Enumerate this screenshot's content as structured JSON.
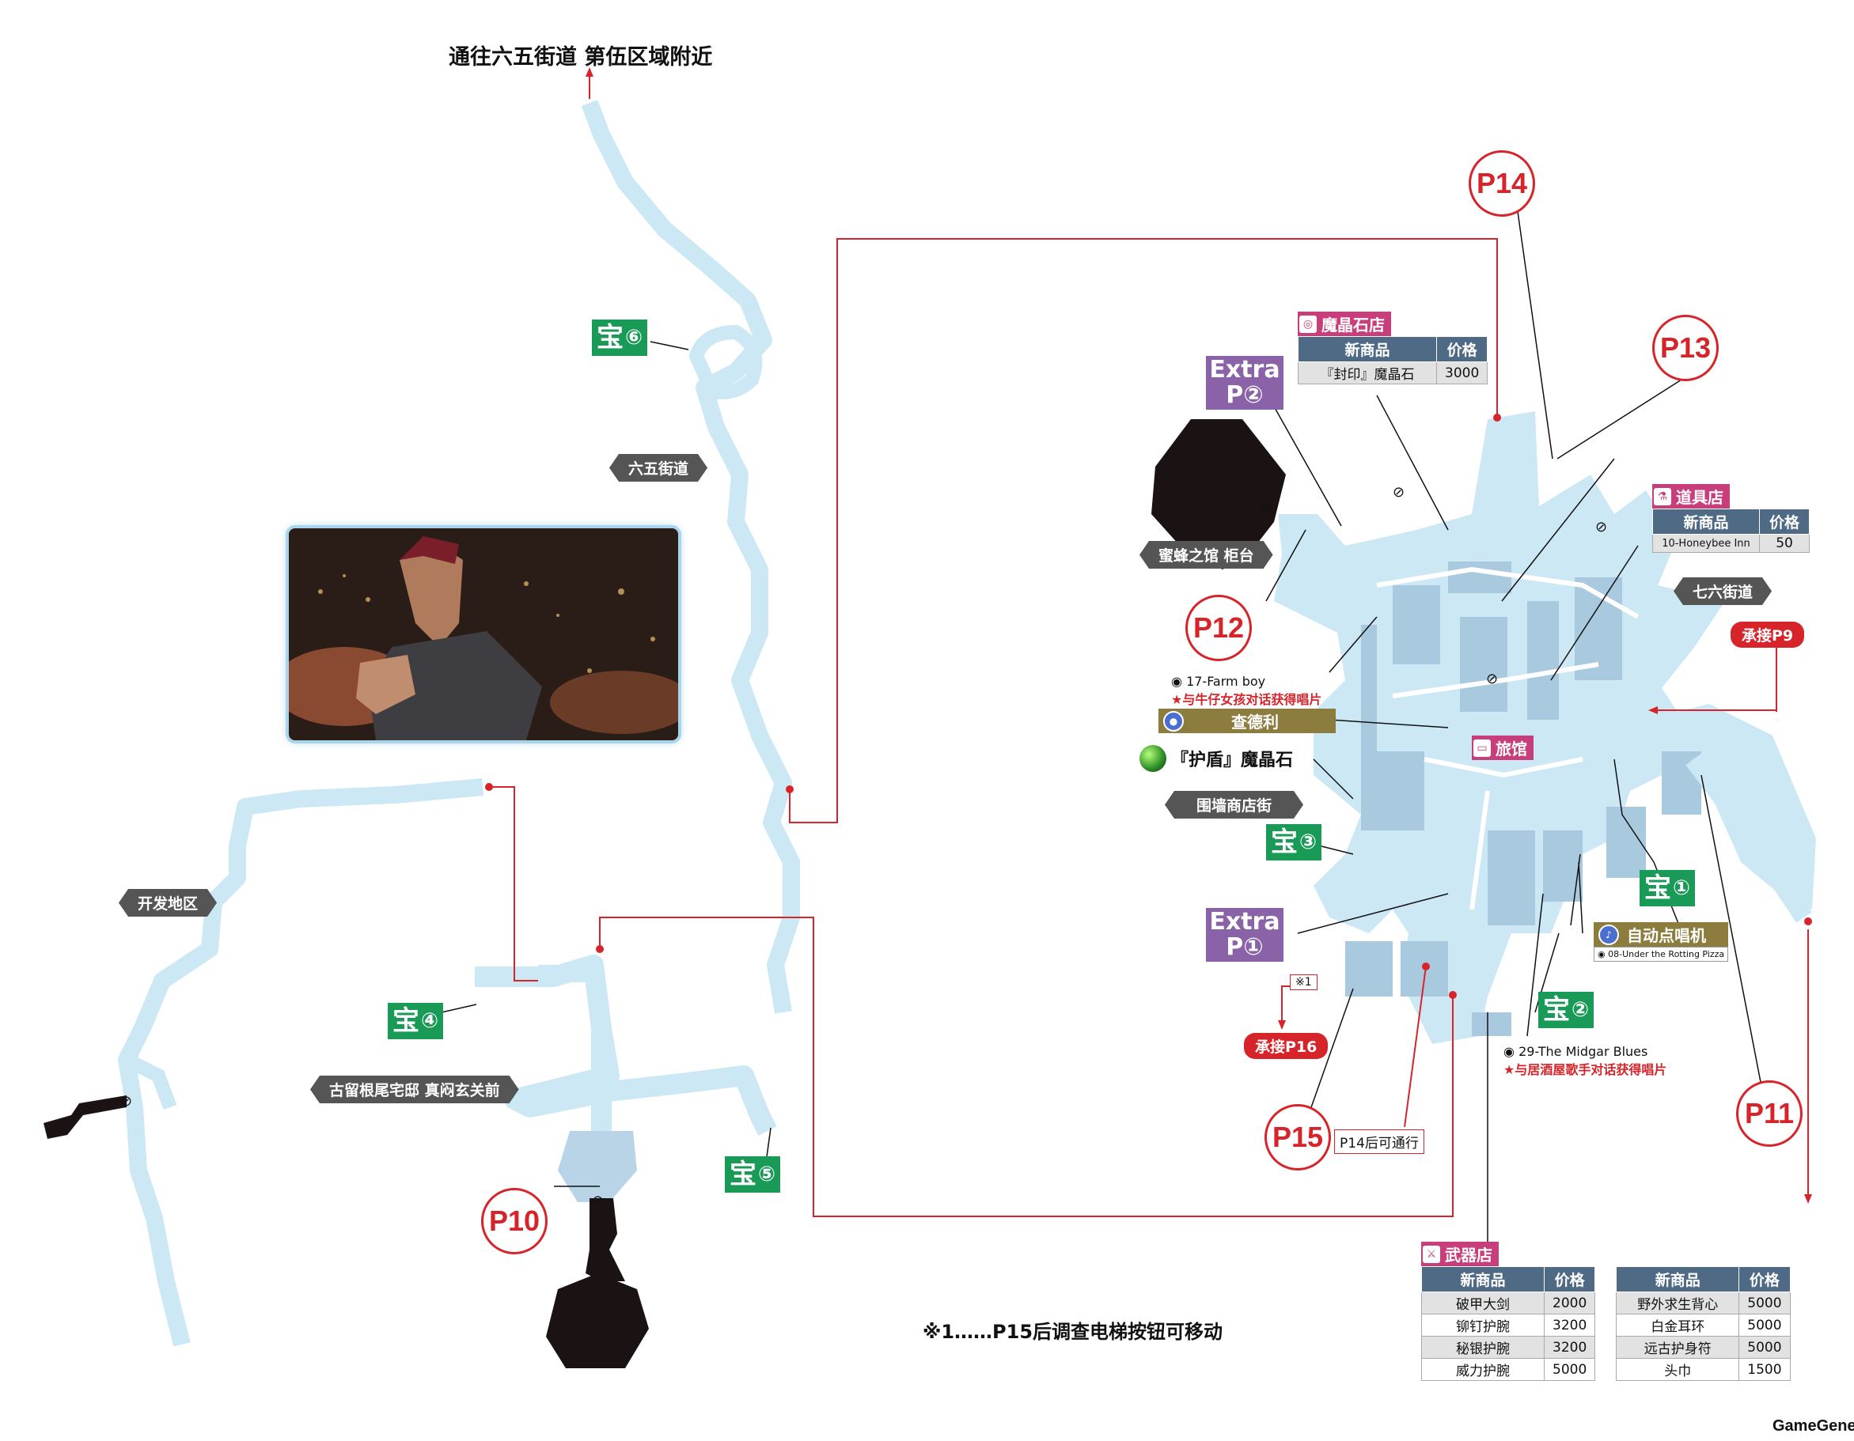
{
  "title": "通往六五街道 第伍区域附近",
  "areas": {
    "sixfive": "六五街道",
    "honeybee": "蜜蜂之馆 柜台",
    "seven_six": "七六街道",
    "wall_market": "围墙商店街",
    "development": "开发地区",
    "corneo": "古留根尾宅邸 真闷玄关前"
  },
  "treasures": [
    {
      "label": "宝",
      "num": "⑥"
    },
    {
      "label": "宝",
      "num": "③"
    },
    {
      "label": "宝",
      "num": "①"
    },
    {
      "label": "宝",
      "num": "②"
    },
    {
      "label": "宝",
      "num": "④"
    },
    {
      "label": "宝",
      "num": "⑤"
    }
  ],
  "pages": {
    "p10": "P10",
    "p11": "P11",
    "p12": "P12",
    "p13": "P13",
    "p14": "P14",
    "p15": "P15"
  },
  "extra1": {
    "line1": "Extra",
    "line2": "P①"
  },
  "extra2": {
    "line1": "Extra",
    "line2": "P②"
  },
  "connections": {
    "p9": "承接P9",
    "p16": "承接P16"
  },
  "chadley": "查德利",
  "shield_materia": "『护盾』魔晶石",
  "inn": "旅馆",
  "jukebox": {
    "title": "自动点唱机",
    "song": "08-Under the Rotting Pizza"
  },
  "songs": {
    "farm_boy": "17-Farm boy",
    "farm_boy_note": "★与牛仔女孩对话获得唱片",
    "midgar_blues": "29-The Midgar Blues",
    "midgar_blues_note": "★与居酒屋歌手对话获得唱片"
  },
  "p14_note": "P14后可通行",
  "mark1": "※1",
  "footnote": "※1……P15后调查电梯按钮可移动",
  "credit": "GameGene",
  "materia_shop": {
    "title": "魔晶石店",
    "headers": [
      "新商品",
      "价格"
    ],
    "rows": [
      [
        "『封印』魔晶石",
        "3000"
      ]
    ]
  },
  "item_shop": {
    "title": "道具店",
    "headers": [
      "新商品",
      "价格"
    ],
    "rows": [
      [
        "10-Honeybee Inn",
        "50"
      ]
    ]
  },
  "weapon_shop": {
    "title": "武器店",
    "headers": [
      "新商品",
      "价格",
      "新商品",
      "价格"
    ],
    "rows": [
      [
        "破甲大剑",
        "2000",
        "野外求生背心",
        "5000"
      ],
      [
        "铆钉护腕",
        "3200",
        "白金耳环",
        "5000"
      ],
      [
        "秘银护腕",
        "3200",
        "远古护身符",
        "5000"
      ],
      [
        "威力护腕",
        "5000",
        "头巾",
        "1500"
      ]
    ]
  },
  "colors": {
    "path": "#cde8f5",
    "route": "#d6242a",
    "treasure": "#1a9a57",
    "extra": "#8a62a8",
    "shop": "#c83e7a",
    "header": "#4f6a85"
  }
}
